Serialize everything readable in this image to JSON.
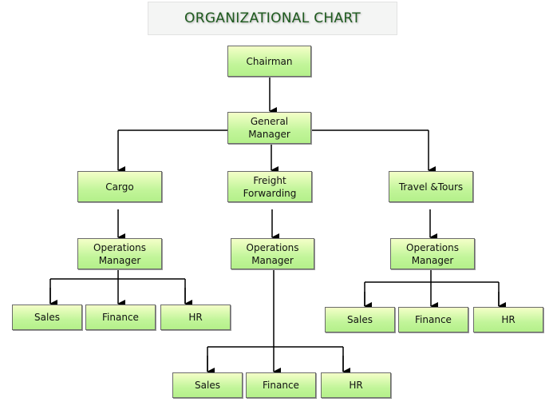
{
  "title": "ORGANIZATIONAL CHART",
  "nodes": {
    "chairman": "Chairman",
    "general_manager": "General Manager",
    "cargo": "Cargo",
    "freight": "Freight Forwarding",
    "travel": "Travel &Tours",
    "cargo_ops": "Operations Manager",
    "freight_ops": "Operations Manager",
    "travel_ops": "Operations Manager",
    "cargo_sales": "Sales",
    "cargo_finance": "Finance",
    "cargo_hr": "HR",
    "freight_sales": "Sales",
    "freight_finance": "Finance",
    "freight_hr": "HR",
    "travel_sales": "Sales",
    "travel_finance": "Finance",
    "travel_hr": "HR"
  }
}
